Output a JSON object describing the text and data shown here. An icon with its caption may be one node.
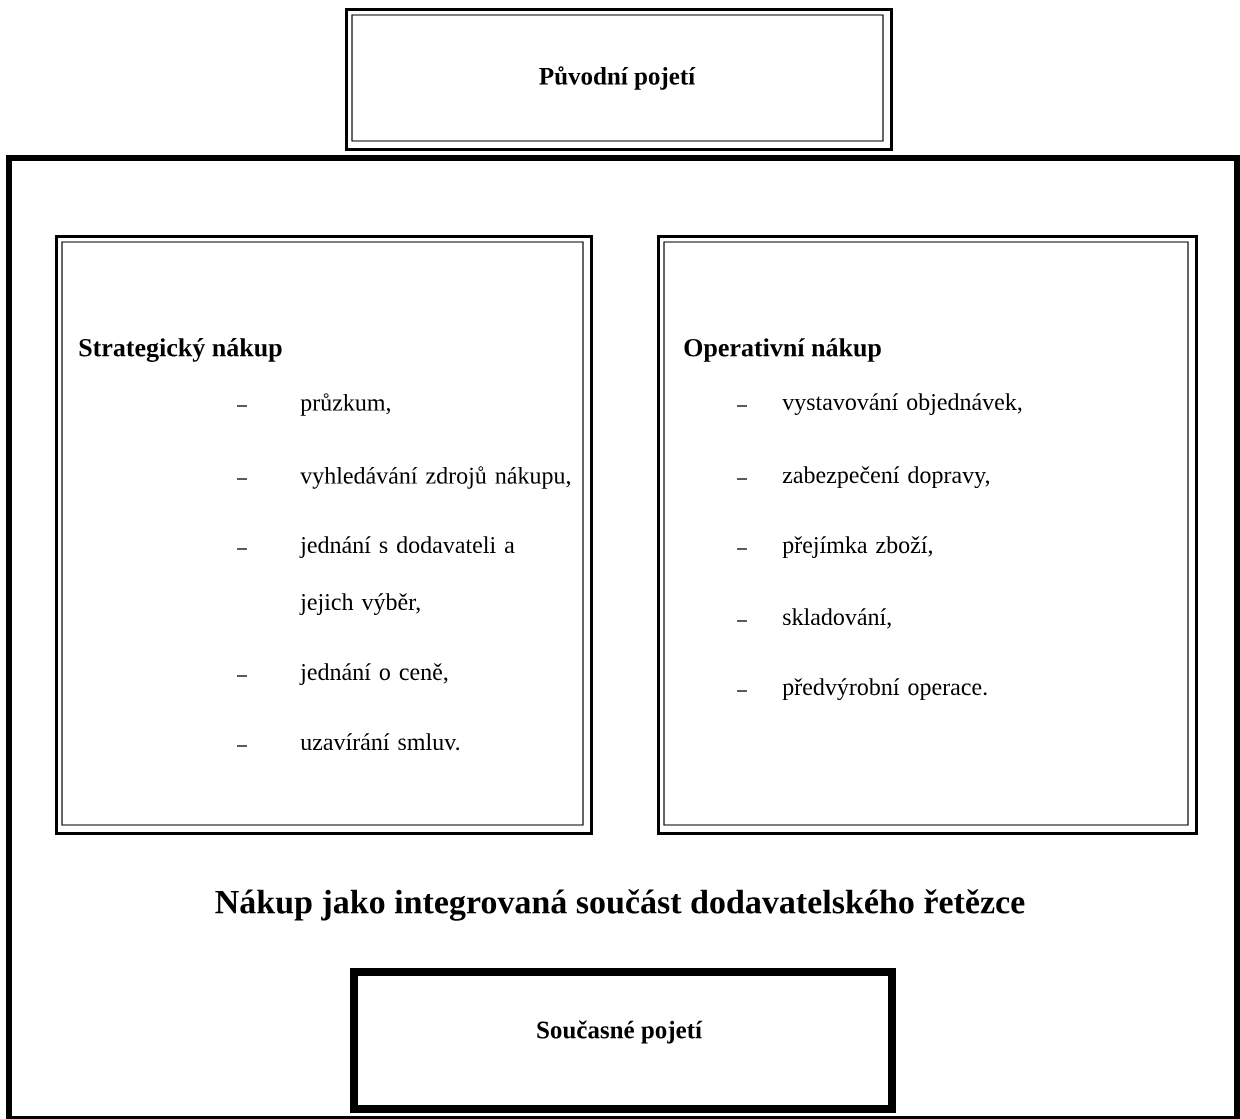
{
  "diagram": {
    "nodes": [
      {
        "text": [
          "Původní pojetí"
        ]
      },
      {
        "text": [
          "Nákup jako integrovaná součást dodavatelského řetězce"
        ]
      },
      {
        "text": [
          "Strategický nákup",
          "průzkum,",
          "vyhledávání zdrojů nákupu,",
          "jednání s dodavateli a jejich výběr,",
          "jednání o ceně,",
          "uzavírání smluv."
        ],
        "in": 1
      },
      {
        "text": [
          "Operativní nákup",
          "vystavování objednávek,",
          "zabezpečení dopravy,",
          "přejímka zboží,",
          "skladování,",
          "předvýrobní operace."
        ],
        "in": 1
      },
      {
        "text": [
          "Současné pojetí"
        ],
        "in": 1
      }
    ]
  }
}
